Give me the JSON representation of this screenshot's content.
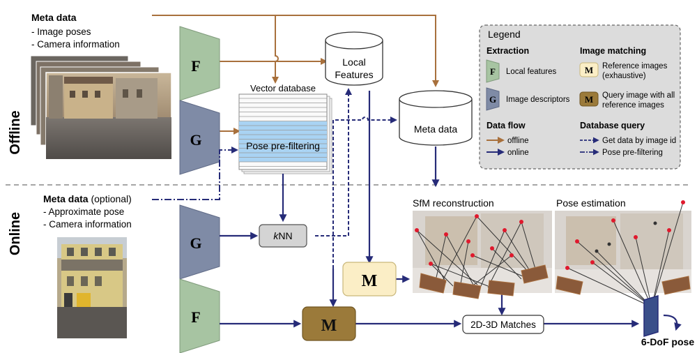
{
  "offline_meta": {
    "title": "Meta data",
    "items": [
      "- Image poses",
      "- Camera information"
    ]
  },
  "online_meta": {
    "title": "Meta data",
    "optional": " (optional)",
    "items": [
      "- Approximate pose",
      "- Camera information"
    ]
  },
  "sections": {
    "offline": "Offline",
    "online": "Online"
  },
  "blocks": {
    "F": "F",
    "G": "G",
    "M": "M",
    "knn_k": "k",
    "knn_rest": "NN",
    "vector_db": "Vector database",
    "pose_prefilter": "Pose pre-filtering",
    "local_features_1": "Local",
    "local_features_2": "Features",
    "meta_data": "Meta data",
    "matches": "2D-3D Matches",
    "sfm": "SfM reconstruction",
    "pose_est": "Pose estimation",
    "output": "6-DoF pose"
  },
  "legend": {
    "title": "Legend",
    "extraction": "Extraction",
    "image_matching": "Image matching",
    "local_features": "Local features",
    "image_descriptors": "Image descriptors",
    "ref_images_1": "Reference images",
    "ref_images_2": "(exhaustive)",
    "query_1": "Query image with all",
    "query_2": "reference images",
    "data_flow": "Data flow",
    "offline": "offline",
    "online": "online",
    "db_query": "Database query",
    "get_by_id": "Get data by image id",
    "pose_prefilter": "Pose pre-filtering"
  },
  "colors": {
    "offline_arrow": "#a8703c",
    "online_arrow": "#262b78",
    "F_block": "#a7c4a2",
    "G_block": "#7f8ba6",
    "M_ref": "#fbeec6",
    "M_query": "#9b7a3a",
    "pose_prefilter": "#a9d3f3",
    "legend_bg": "#dcdcdc"
  }
}
